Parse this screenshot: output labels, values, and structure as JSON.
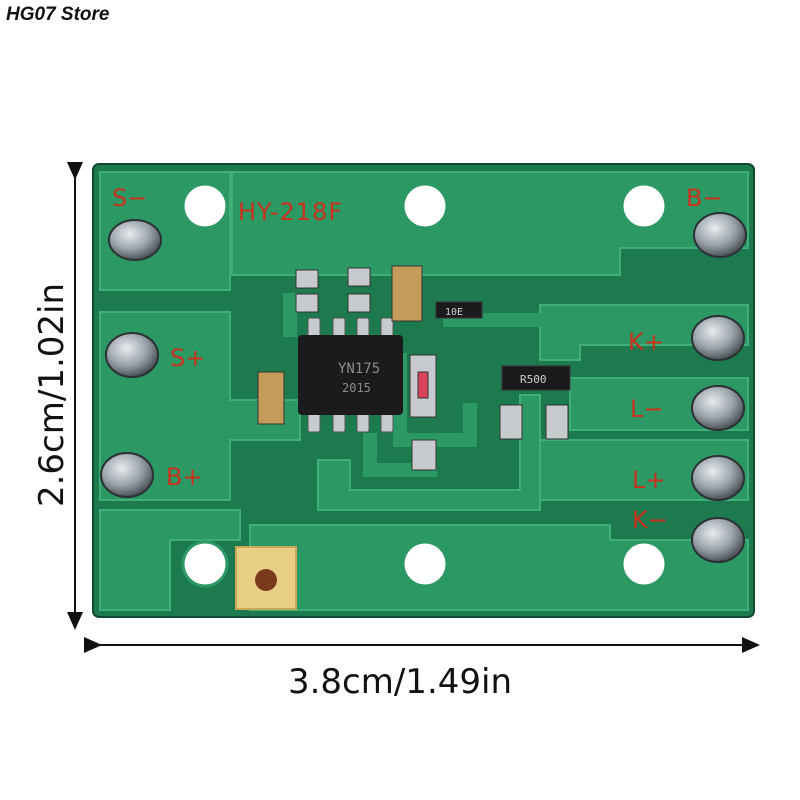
{
  "store": {
    "name": "HG07 Store"
  },
  "dimensions": {
    "width_text": "3.8cm/1.49in",
    "height_text": "2.6cm/1.02in"
  },
  "board": {
    "model": "HY-218F",
    "chip_text_1": "YN175",
    "chip_text_2": "2015",
    "resistor_1": "10E",
    "resistor_2": "R500",
    "labels": {
      "s_minus": "S−",
      "s_plus": "S+",
      "b_plus": "B+",
      "b_minus": "B−",
      "k_plus": "K+",
      "l_minus": "L−",
      "l_plus": "L+",
      "k_minus": "K−"
    },
    "colors": {
      "pcb": "#1c7a4e",
      "copper": "#2c9863",
      "silkscreen": "#c8321e"
    }
  }
}
